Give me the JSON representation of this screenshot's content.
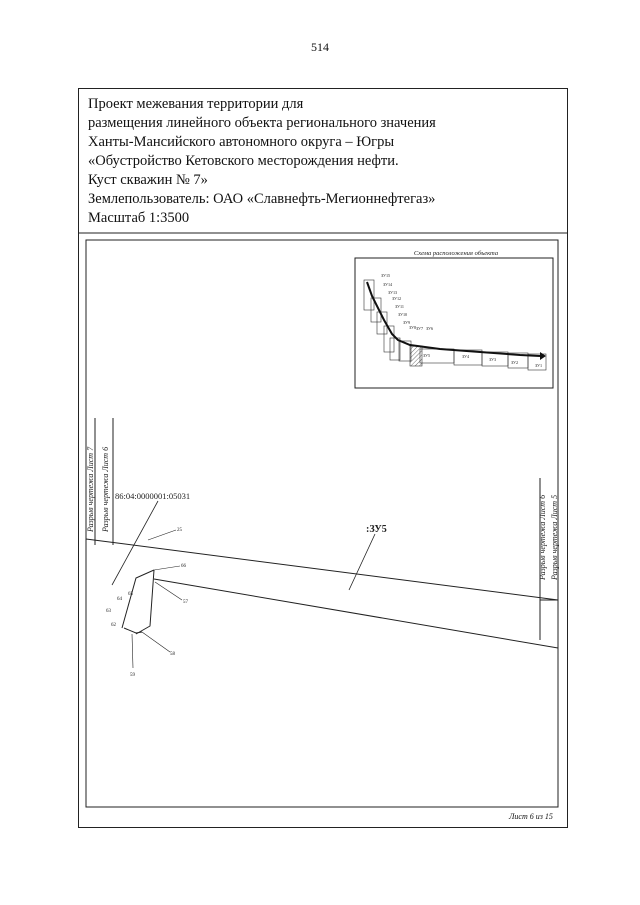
{
  "page_number": "514",
  "title": {
    "lines": [
      "Проект межевания территории для",
      "размещения линейного объекта регионального значения",
      "Ханты-Мансийского автономного округа – Югры",
      "«Обустройство Кетовского месторождения нефти.",
      "Куст скважин № 7»",
      "Землепользователь: ОАО «Славнефть-Мегионнефтегаз»",
      "Масштаб 1:3500"
    ]
  },
  "inset": {
    "title": "Схема расположения объекта",
    "labels": [
      "ЗУ15",
      "ЗУ14",
      "ЗУ13",
      "ЗУ12",
      "ЗУ11",
      "ЗУ10",
      "ЗУ9",
      "ЗУ8",
      "ЗУ7",
      "ЗУ6",
      "ЗУ5",
      "ЗУ4",
      "ЗУ3",
      "ЗУ2",
      "ЗУ1"
    ]
  },
  "breaks": {
    "left_top": "Разрыв чертежа Лист 7",
    "left_bottom": "Разрыв чертежа Лист 6",
    "right_top": "Разрыв чертежа Лист 6",
    "right_bottom": "Разрыв чертежа Лист 5"
  },
  "map": {
    "parcel_id": "86:04:0000001:05031",
    "zone_label": ":ЗУ5",
    "points": [
      "25",
      "66",
      "65",
      "64",
      "63",
      "62",
      "57",
      "58",
      "59"
    ]
  },
  "footer": "Лист 6 из 15"
}
